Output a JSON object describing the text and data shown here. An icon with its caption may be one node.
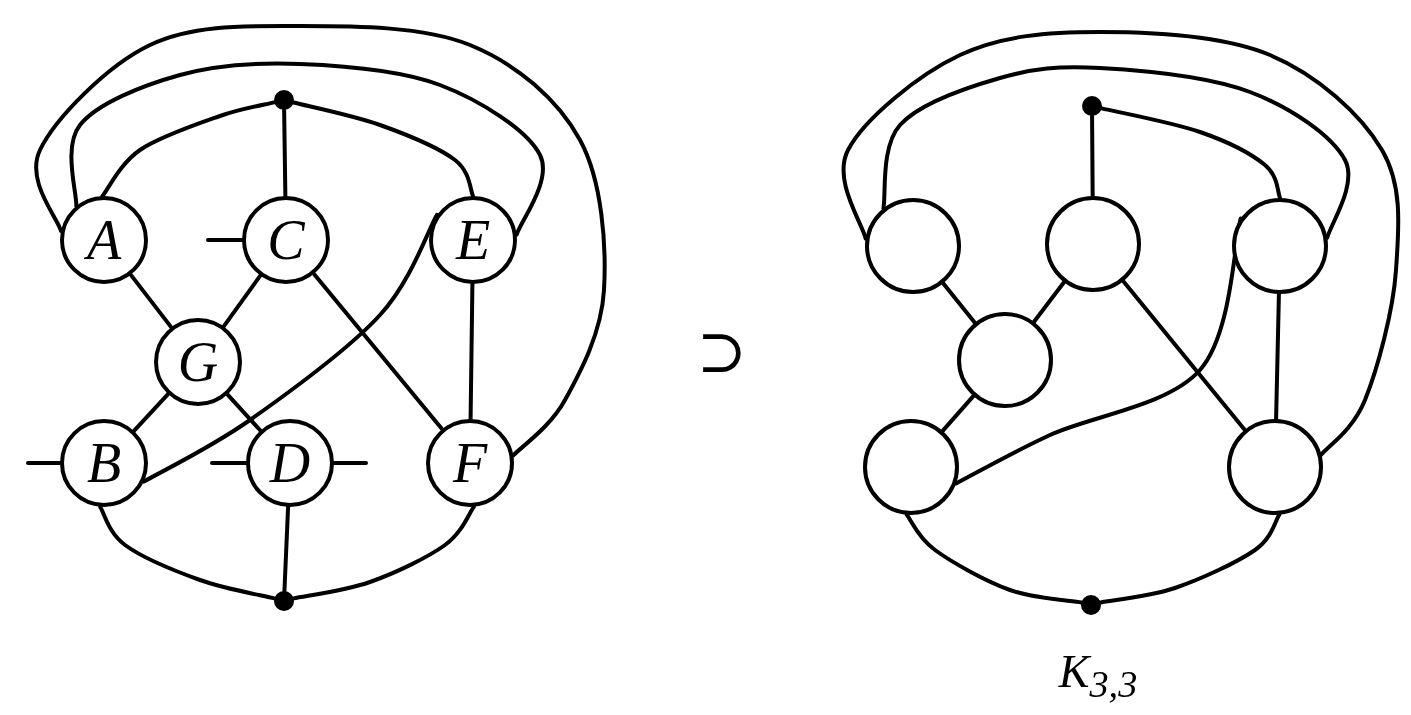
{
  "diagram": {
    "nodes": [
      {
        "text": [],
        "shape": "dot"
      },
      {
        "text": [
          "A"
        ]
      },
      {
        "text": [
          "C"
        ]
      },
      {
        "text": [
          "E"
        ]
      },
      {
        "text": [
          "G"
        ]
      },
      {
        "text": [
          "B"
        ]
      },
      {
        "text": [
          "D"
        ]
      },
      {
        "text": [
          "F"
        ]
      },
      {
        "text": [],
        "shape": "dot"
      },
      {
        "text": [],
        "shape": "dot"
      },
      {
        "text": [],
        "shape": "circle"
      },
      {
        "text": [],
        "shape": "circle"
      },
      {
        "text": [],
        "shape": "circle"
      },
      {
        "text": [],
        "shape": "circle"
      },
      {
        "text": [],
        "shape": "circle"
      },
      {
        "text": [],
        "shape": "circle"
      },
      {
        "text": [],
        "shape": "dot"
      }
    ],
    "edges": [
      {
        "from": 1,
        "to": 7,
        "arrow": "none"
      },
      {
        "from": 1,
        "to": 3,
        "arrow": "none"
      },
      {
        "from": 1,
        "to": 0,
        "arrow": "none"
      },
      {
        "from": 0,
        "to": 3,
        "arrow": "none"
      },
      {
        "from": 0,
        "to": 2,
        "arrow": "none"
      },
      {
        "from": 1,
        "to": 4,
        "arrow": "none"
      },
      {
        "from": 2,
        "to": 4,
        "arrow": "none"
      },
      {
        "from": 4,
        "to": 5,
        "arrow": "none"
      },
      {
        "from": 4,
        "to": 6,
        "arrow": "none"
      },
      {
        "from": 2,
        "to": 7,
        "arrow": "none"
      },
      {
        "from": 3,
        "to": 5,
        "arrow": "none"
      },
      {
        "from": 3,
        "to": 7,
        "arrow": "none"
      },
      {
        "from": 5,
        "to": 8,
        "arrow": "none"
      },
      {
        "from": 6,
        "to": 8,
        "arrow": "none"
      },
      {
        "from": 7,
        "to": 8,
        "arrow": "none"
      },
      {
        "from": 2,
        "to": null,
        "arrow": "none"
      },
      {
        "from": 5,
        "to": null,
        "arrow": "none"
      },
      {
        "from": 6,
        "to": null,
        "arrow": "none"
      },
      {
        "from": 6,
        "to": null,
        "arrow": "none"
      },
      {
        "from": 10,
        "to": 15,
        "arrow": "none"
      },
      {
        "from": 10,
        "to": 12,
        "arrow": "none"
      },
      {
        "from": 9,
        "to": 12,
        "arrow": "none"
      },
      {
        "from": 9,
        "to": 11,
        "arrow": "none"
      },
      {
        "from": 10,
        "to": 13,
        "arrow": "none"
      },
      {
        "from": 11,
        "to": 13,
        "arrow": "none"
      },
      {
        "from": 13,
        "to": 14,
        "arrow": "none"
      },
      {
        "from": 12,
        "to": 14,
        "arrow": "none"
      },
      {
        "from": 11,
        "to": 15,
        "arrow": "none"
      },
      {
        "from": 12,
        "to": 15,
        "arrow": "none"
      },
      {
        "from": 14,
        "to": 16,
        "arrow": "none"
      },
      {
        "from": 15,
        "to": 16,
        "arrow": "none"
      }
    ],
    "labels": [
      "⊃",
      "K$_{3,3}$"
    ]
  }
}
